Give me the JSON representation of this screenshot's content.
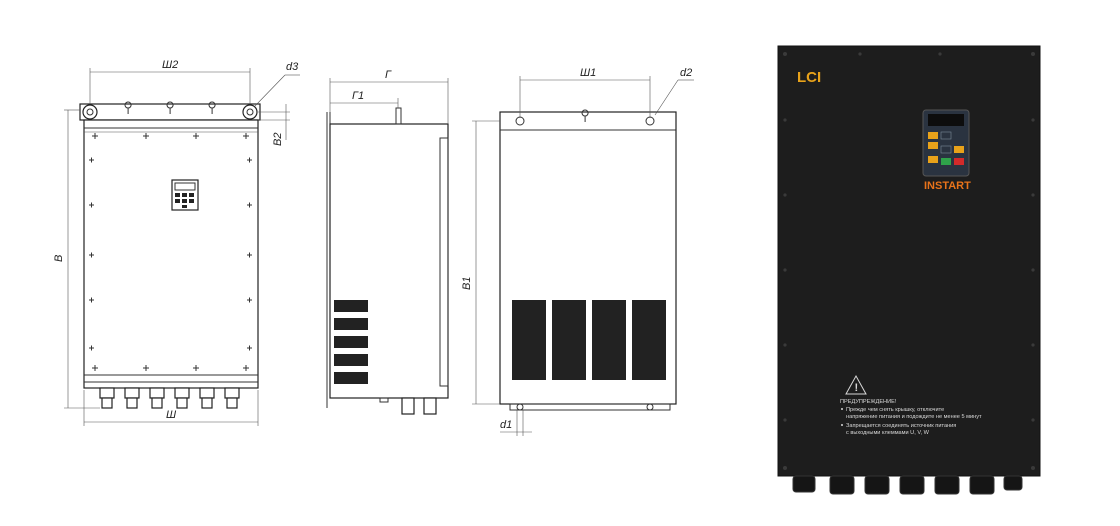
{
  "dimensions": {
    "front": {
      "width_total": "Ш",
      "width_mount": "Ш2",
      "height_total": "В",
      "mount_offset": "В2",
      "mount_hole": "d3"
    },
    "side": {
      "depth_total": "Г",
      "depth_partial": "Г1"
    },
    "back": {
      "width_mount": "Ш1",
      "height_mount": "В1",
      "mount_hole_top": "d2",
      "mount_hole_bottom": "d1"
    }
  },
  "photo": {
    "brand": "LCI",
    "maker": "INSTART",
    "warning_title": "ПРЕДУПРЕЖДЕНИЕ!",
    "warning_lines": [
      "Прежде чем снять крышку, отключите",
      "напряжение питания и подождите не менее 5 минут",
      "Запрещается соединять источник питания",
      "с выходными клеммами U, V, W"
    ],
    "colors": {
      "body": "#1d1d1d",
      "brand": "#e8a21a",
      "maker": "#e8731a"
    }
  }
}
